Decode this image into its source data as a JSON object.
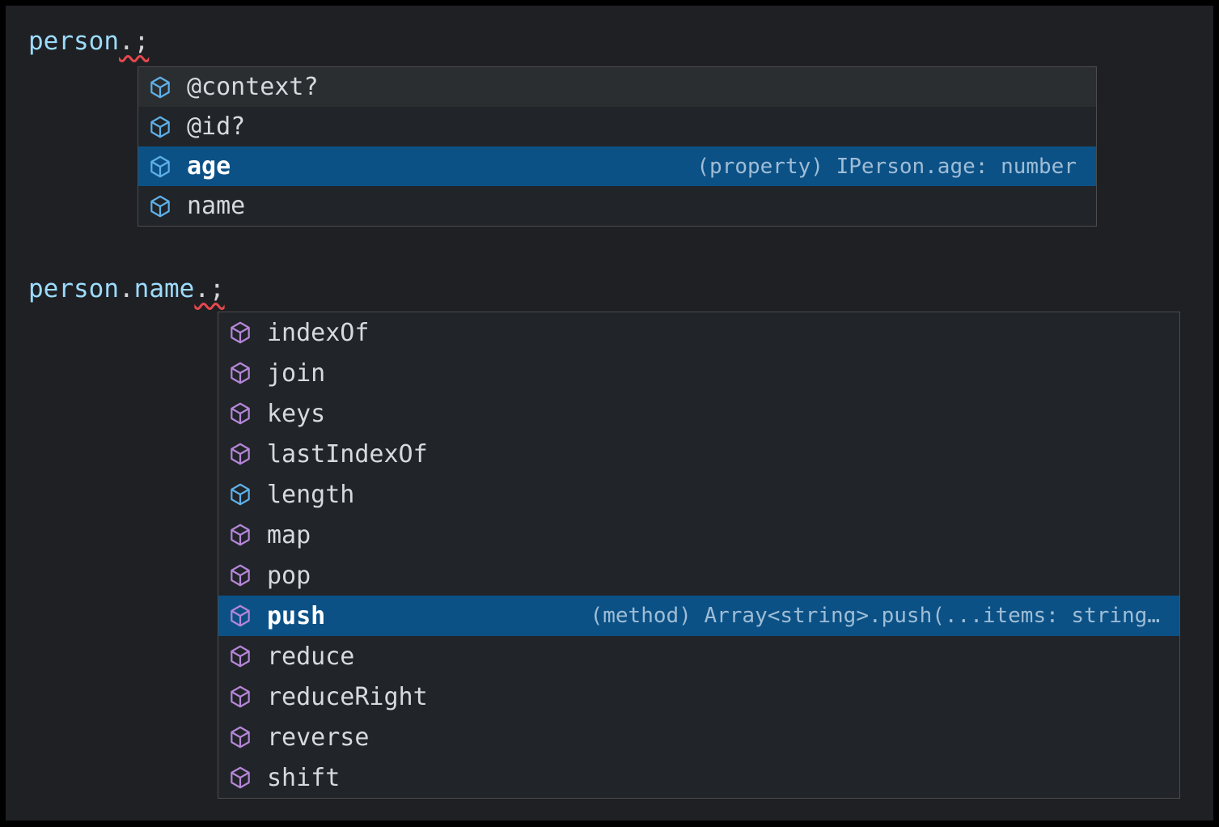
{
  "colors": {
    "frame_border": "#000000",
    "editor_background": "#1f2023",
    "widget_background": "#212428",
    "widget_border": "#4c4c4c",
    "selection_background": "#0b5186",
    "hover_background": "#2b2e31",
    "identifier": "#9cdcfe",
    "punctuation": "#d4d4d4",
    "label": "#d6dade",
    "detail": "#9fbdd6",
    "field_icon": "#5fb0e8",
    "method_icon": "#b586d8",
    "squiggle": "#e5484d"
  },
  "snippet1": {
    "code": {
      "object": "person",
      "trailer": ".;"
    },
    "suggestions": [
      {
        "label": "@context?",
        "kind": "field"
      },
      {
        "label": "@id?",
        "kind": "field"
      },
      {
        "label": "age",
        "kind": "field",
        "selected": true,
        "detail": "(property) IPerson.age: number"
      },
      {
        "label": "name",
        "kind": "field"
      }
    ]
  },
  "snippet2": {
    "code": {
      "object": "person",
      "dot": ".",
      "property": "name",
      "trailer": ".;"
    },
    "suggestions": [
      {
        "label": "indexOf",
        "kind": "method"
      },
      {
        "label": "join",
        "kind": "method"
      },
      {
        "label": "keys",
        "kind": "method"
      },
      {
        "label": "lastIndexOf",
        "kind": "method"
      },
      {
        "label": "length",
        "kind": "field"
      },
      {
        "label": "map",
        "kind": "method"
      },
      {
        "label": "pop",
        "kind": "method"
      },
      {
        "label": "push",
        "kind": "method",
        "selected": true,
        "detail": "(method) Array<string>.push(...items: string…"
      },
      {
        "label": "reduce",
        "kind": "method"
      },
      {
        "label": "reduceRight",
        "kind": "method"
      },
      {
        "label": "reverse",
        "kind": "method"
      },
      {
        "label": "shift",
        "kind": "method"
      }
    ]
  }
}
